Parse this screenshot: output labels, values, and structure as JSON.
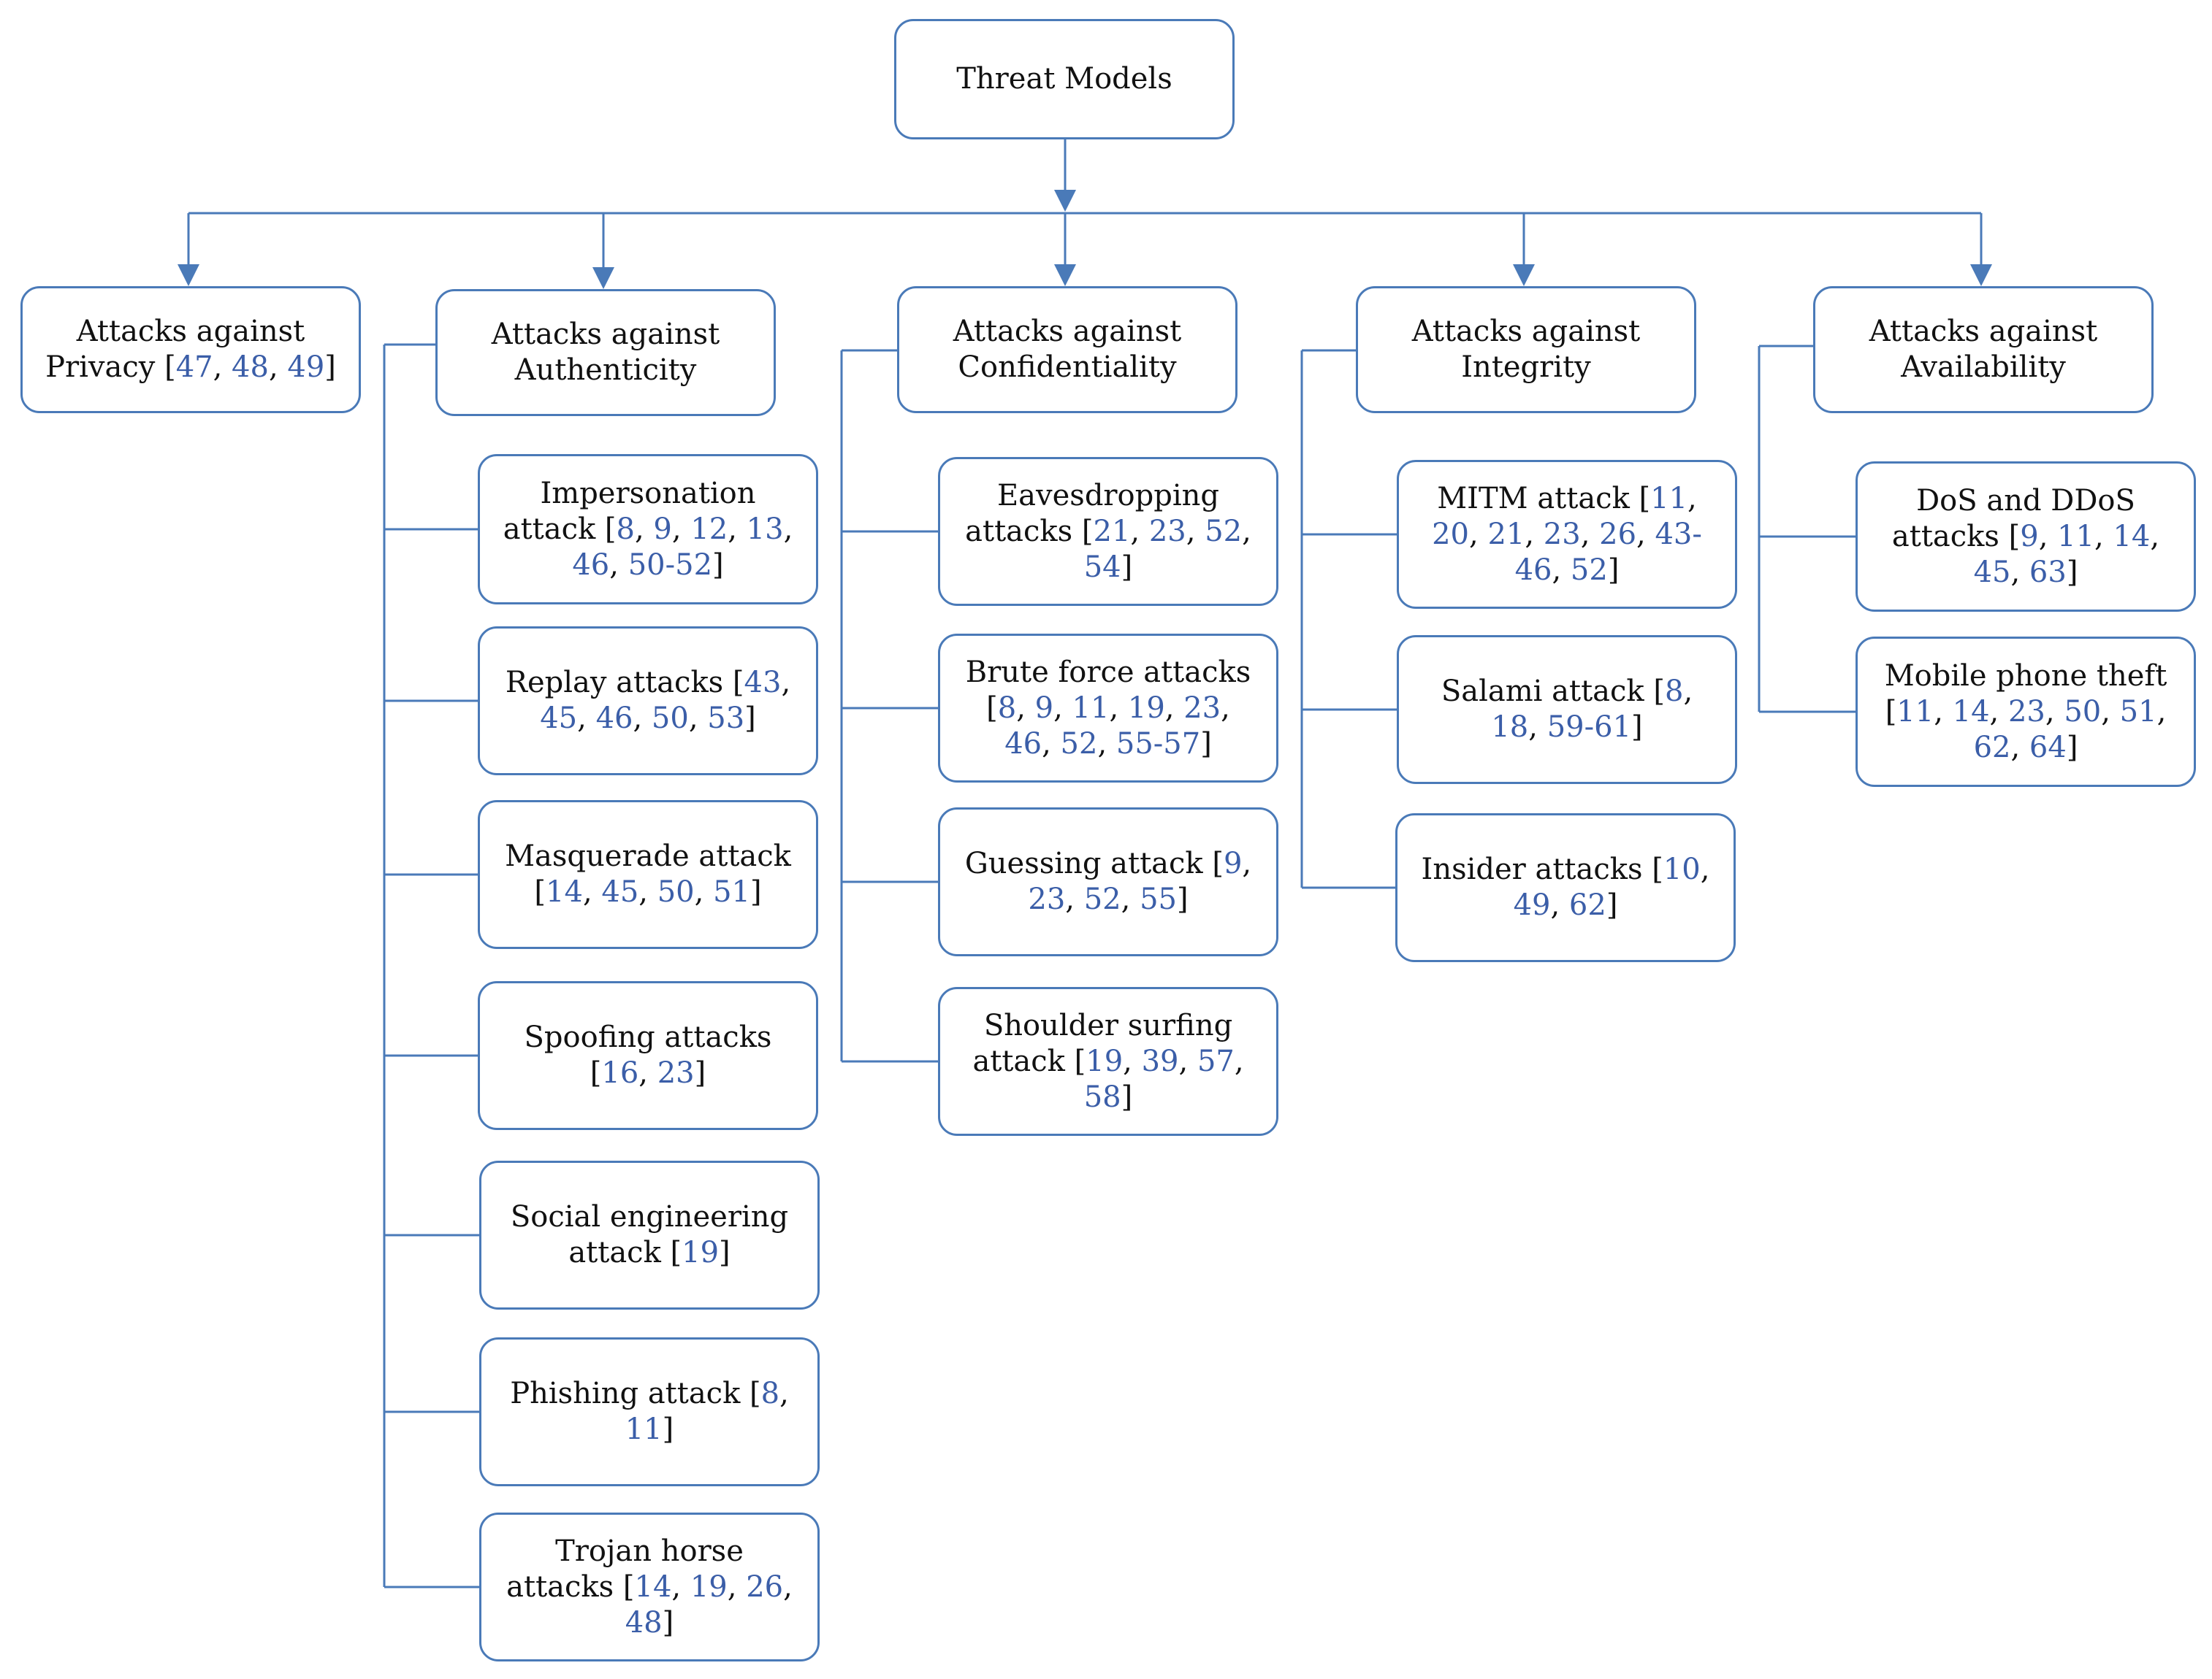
{
  "root": {
    "label": "Threat Models"
  },
  "categories": [
    {
      "key": "privacy",
      "before": "Attacks against Privacy [",
      "refs": [
        "47",
        "48",
        "49"
      ],
      "after": "]"
    },
    {
      "key": "authenticity",
      "before": "Attacks against Authenticity",
      "refs": [],
      "after": ""
    },
    {
      "key": "confidentiality",
      "before": "Attacks against Confidentiality",
      "refs": [],
      "after": ""
    },
    {
      "key": "integrity",
      "before": "Attacks against Integrity",
      "refs": [],
      "after": ""
    },
    {
      "key": "availability",
      "before": "Attacks against Availability",
      "refs": [],
      "after": ""
    }
  ],
  "attacks": {
    "authenticity": [
      {
        "before": "Impersonation attack [",
        "refs": [
          "8",
          "9",
          "12",
          "13",
          "46",
          "50-52"
        ],
        "after": "]"
      },
      {
        "before": "Replay attacks [",
        "refs": [
          "43",
          "45",
          "46",
          "50",
          "53"
        ],
        "after": "]"
      },
      {
        "before": "Masquerade attack [",
        "refs": [
          "14",
          "45",
          "50",
          "51"
        ],
        "after": "]"
      },
      {
        "before": "Spoofing attacks [",
        "refs": [
          "16",
          "23"
        ],
        "after": "]"
      },
      {
        "before": "Social engineering attack [",
        "refs": [
          "19"
        ],
        "after": "]"
      },
      {
        "before": "Phishing attack [",
        "refs": [
          "8",
          "11"
        ],
        "after": "]"
      },
      {
        "before": "Trojan horse attacks [",
        "refs": [
          "14",
          "19",
          "26",
          "48"
        ],
        "after": "]"
      }
    ],
    "confidentiality": [
      {
        "before": "Eavesdropping attacks [",
        "refs": [
          "21",
          "23",
          "52",
          "54"
        ],
        "after": "]"
      },
      {
        "before": "Brute force attacks [",
        "refs": [
          "8",
          "9",
          "11",
          "19",
          "23",
          "46",
          "52",
          "55-57"
        ],
        "after": "]"
      },
      {
        "before": "Guessing attack [",
        "refs": [
          "9",
          "23",
          "52",
          "55"
        ],
        "after": "]"
      },
      {
        "before": "Shoulder surfing attack [",
        "refs": [
          "19",
          "39",
          "57",
          "58"
        ],
        "after": "]"
      }
    ],
    "integrity": [
      {
        "before": "MITM attack [",
        "refs": [
          "11",
          "20",
          "21",
          "23",
          "26",
          "43-46",
          "52"
        ],
        "after": "]"
      },
      {
        "before": "Salami attack [",
        "refs": [
          "8",
          "18",
          "59-61"
        ],
        "after": "]"
      },
      {
        "before": "Insider attacks [",
        "refs": [
          "10",
          "49",
          "62"
        ],
        "after": "]"
      }
    ],
    "availability": [
      {
        "before": "DoS and DDoS attacks [",
        "refs": [
          "9",
          "11",
          "14",
          "45",
          "63"
        ],
        "after": "]"
      },
      {
        "before": "Mobile phone theft [",
        "refs": [
          "11",
          "14",
          "23",
          "50",
          "51",
          "62",
          "64"
        ],
        "after": "]"
      }
    ]
  },
  "colors": {
    "connector": "#4a7ab8",
    "border": "#4a7ab8",
    "reference": "#3b5ea8",
    "text": "#111111"
  }
}
